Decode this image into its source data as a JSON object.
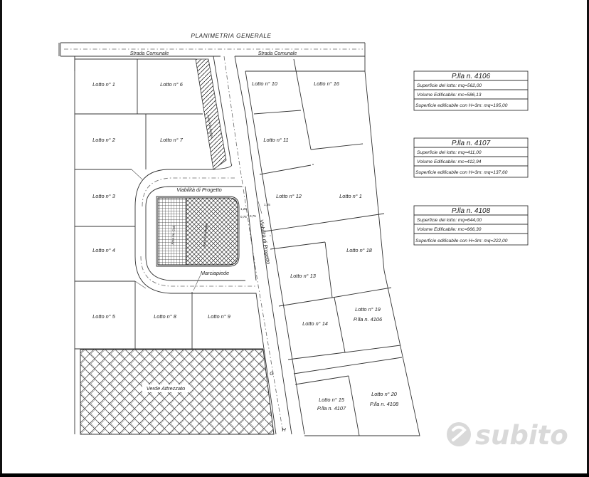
{
  "title": "PLANIMETRIA GENERALE",
  "roads": {
    "strada_left": "Strada Comunale",
    "strada_right": "Strada Comunale",
    "viabilita_top": "Viabilità di Progetto",
    "viabilita_vertical": "Viabilità di Progetto",
    "marciapiede": "Marciapiede"
  },
  "areas": {
    "parcheggio": "Area Parcheggio",
    "int_coll": "Area Int. Coll.",
    "area_hatched": "Area Parcheggio",
    "verde": "Verde Attrezzato"
  },
  "lots": {
    "l1": "Lotto n° 1",
    "l2": "Lotto n° 2",
    "l3": "Lotto n° 3",
    "l4": "Lotto n° 4",
    "l5": "Lotto n° 5",
    "l6": "Lotto n° 6",
    "l7": "Lotto n° 7",
    "l8": "Lotto n° 8",
    "l9": "Lotto n° 9",
    "l10": "Lotto n° 10",
    "l11": "Lotto n° 11",
    "l12": "Lotto n° 12",
    "l13": "Lotto n° 13",
    "l14": "Lotto n° 14",
    "l15": "Lotto n° 15",
    "l16": "Lotto n° 16",
    "l18": "Lotto n° 18",
    "l19": "Lotto n° 19",
    "l20": "Lotto n° 20",
    "l1b": "Lotto n° 1"
  },
  "plla": {
    "p19": "P.lla n. 4106",
    "p15": "P.lla n. 4107",
    "p20": "P.lla n. 4108"
  },
  "dims": {
    "d1": "1,25",
    "d2": "1,25",
    "d3": "0,75",
    "d4": "0,75"
  },
  "markers": {
    "g": "G",
    "h": "H"
  },
  "tables": [
    {
      "title": "P.lla n. 4106",
      "superficie": "Superficie del lotto:   mq=562,00",
      "volume": "Volume Edificabile:   mc=586,13",
      "sup_edif": "Superficie edificabile con H=3m:  mq=195,00"
    },
    {
      "title": "P.lla n. 4107",
      "superficie": "Superficie del lotto:   mq=411,00",
      "volume": "Volume Edificabile:   mc=412,94",
      "sup_edif": "Superficie edificabile con H=3m:  mq=137,60"
    },
    {
      "title": "P.lla n. 4108",
      "superficie": "Superficie del lotto:   mq=644,00",
      "volume": "Volume Edificabile:   mc=666,30",
      "sup_edif": "Superficie edificabile con H=3m:  mq=222,00"
    }
  ],
  "watermark": "subito"
}
